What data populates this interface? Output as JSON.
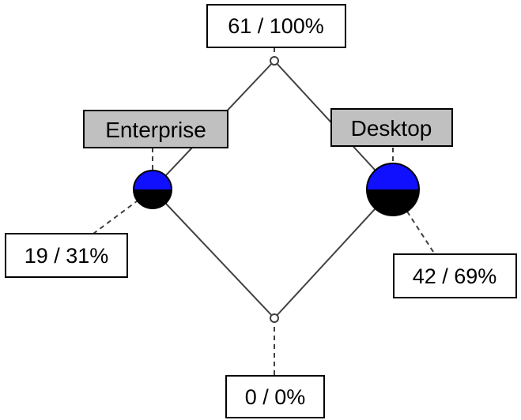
{
  "diagram": {
    "top": {
      "label": "61 / 100%"
    },
    "bottom": {
      "label": "0 / 0%"
    },
    "left": {
      "concept": "Enterprise",
      "label": "19 / 31%",
      "fill_fraction": 0.5,
      "color_top": "#1010ff",
      "color_bottom": "#000000"
    },
    "right": {
      "concept": "Desktop",
      "label": "42 / 69%",
      "fill_fraction": 0.5,
      "color_top": "#1010ff",
      "color_bottom": "#000000"
    },
    "colors": {
      "line": "#404040",
      "concept_box_fill": "#c0c0c0",
      "label_box_fill": "#ffffff",
      "box_border": "#000000"
    }
  }
}
